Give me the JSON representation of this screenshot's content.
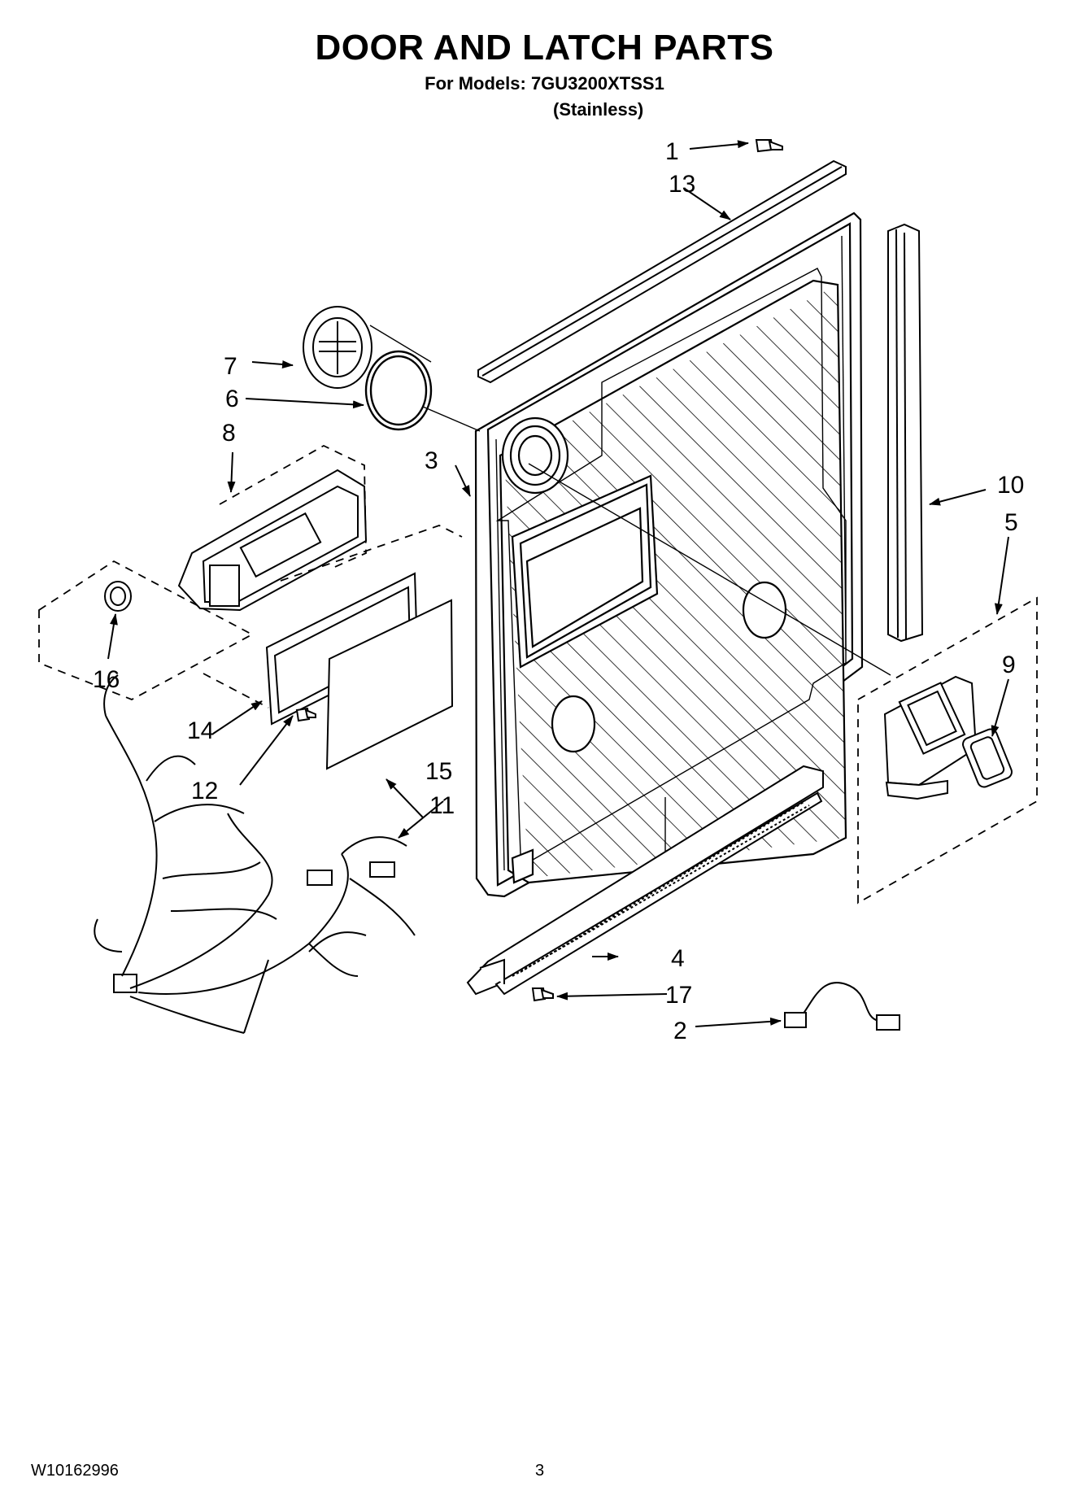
{
  "header": {
    "title": "DOOR AND LATCH PARTS",
    "models": "For Models: 7GU3200XTSS1",
    "variant": "(Stainless)"
  },
  "callouts": [
    {
      "id": "c1",
      "label": "1"
    },
    {
      "id": "c2",
      "label": "2"
    },
    {
      "id": "c3",
      "label": "3"
    },
    {
      "id": "c4",
      "label": "4"
    },
    {
      "id": "c5",
      "label": "5"
    },
    {
      "id": "c6",
      "label": "6"
    },
    {
      "id": "c7",
      "label": "7"
    },
    {
      "id": "c8",
      "label": "8"
    },
    {
      "id": "c9",
      "label": "9"
    },
    {
      "id": "c10",
      "label": "10"
    },
    {
      "id": "c11",
      "label": "11"
    },
    {
      "id": "c12",
      "label": "12"
    },
    {
      "id": "c13",
      "label": "13"
    },
    {
      "id": "c14",
      "label": "14"
    },
    {
      "id": "c15",
      "label": "15"
    },
    {
      "id": "c16",
      "label": "16"
    },
    {
      "id": "c17",
      "label": "17"
    }
  ],
  "footer": {
    "doc_number": "W10162996",
    "page": "3"
  }
}
